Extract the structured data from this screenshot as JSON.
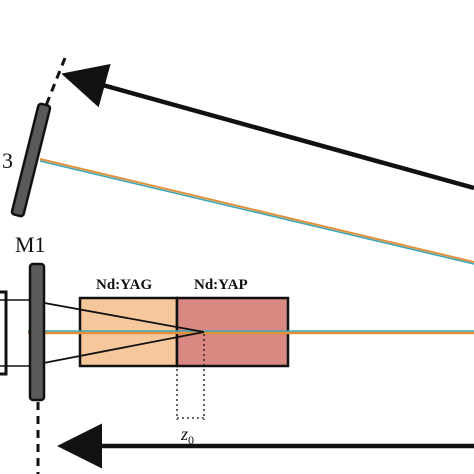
{
  "labels": {
    "m3_partial": "3",
    "m1": "M1",
    "crystal_1": "Nd:YAG",
    "crystal_2": "Nd:YAP",
    "z0_main": "z",
    "z0_sub": "0"
  },
  "colors": {
    "ink": "#111111",
    "mirror_fill": "#5a5a5a",
    "yag_fill": "#f5c79a",
    "yap_fill": "#d98882",
    "beam_orange": "#e2913a",
    "beam_cyan": "#3fa6b4"
  }
}
